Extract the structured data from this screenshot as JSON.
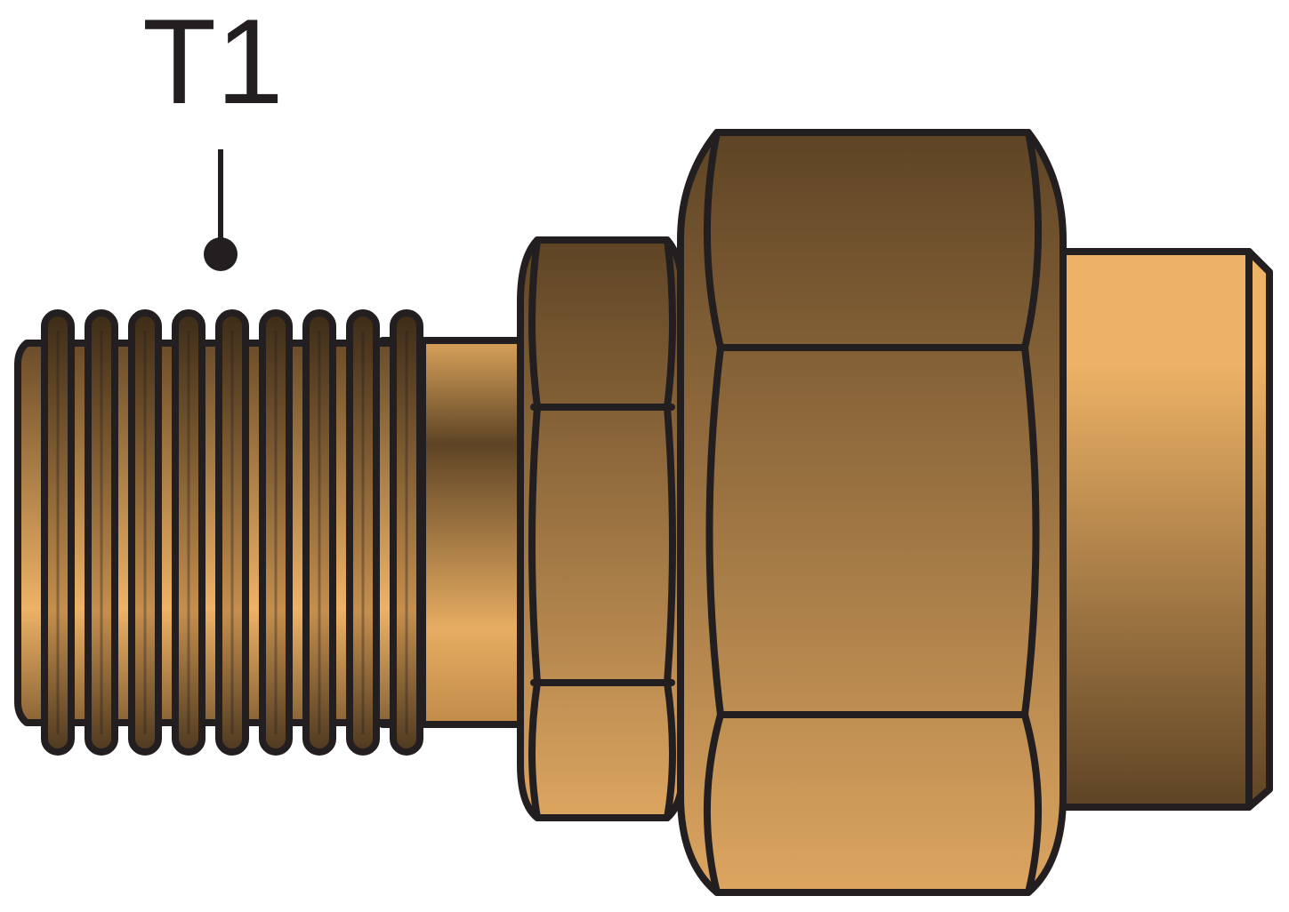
{
  "callout": {
    "label": "T1",
    "target": "male thread"
  },
  "parts": [
    "male-thread",
    "thread-relief-neck",
    "small-hex",
    "large-hex-nut",
    "tube-sleeve"
  ],
  "colors": {
    "outline": "#231f20",
    "brass_dark": "#5e4425",
    "brass_mid": "#9a723f",
    "brass_light": "#edb266",
    "background": "#ffffff"
  }
}
